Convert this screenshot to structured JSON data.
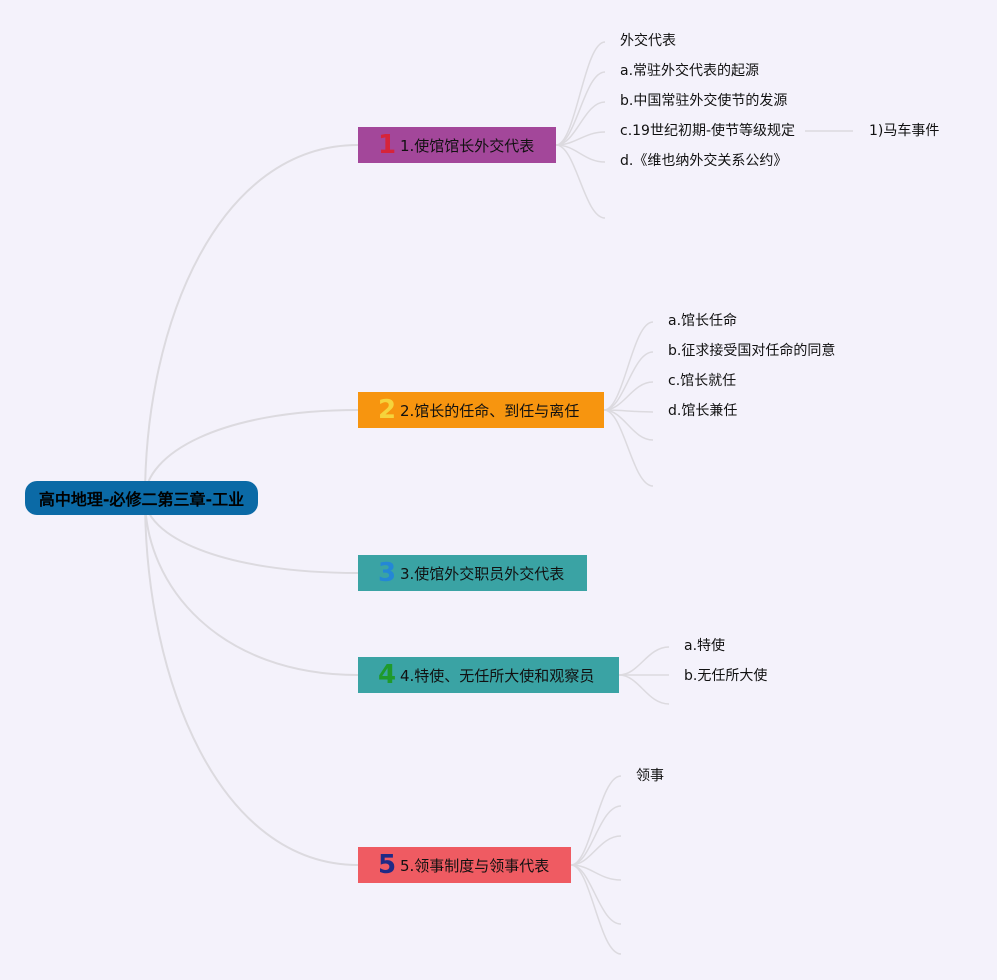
{
  "root": {
    "label": "高中地理-必修二第三章-工业"
  },
  "branches": [
    {
      "label": "1.使馆馆长外交代表",
      "marker": "1",
      "bg": "#a3479a",
      "marker_color": "#d6243a",
      "children": [
        "外交代表",
        "a.常驻外交代表的起源",
        "b.中国常驻外交使节的发源",
        "c.19世纪初期-使节等级规定",
        "d.《维也纳外交关系公约》"
      ],
      "sub": "1)马车事件"
    },
    {
      "label": "2.馆长的任命、到任与离任",
      "marker": "2",
      "bg": "#f7950f",
      "marker_color": "#f5d43c",
      "children": [
        "a.馆长任命",
        "b.征求接受国对任命的同意",
        "c.馆长就任",
        "d.馆长兼任"
      ]
    },
    {
      "label": "3.使馆外交职员外交代表",
      "marker": "3",
      "bg": "#3aa3a4",
      "marker_color": "#2487d6",
      "children": []
    },
    {
      "label": "4.特使、无任所大使和观察员",
      "marker": "4",
      "bg": "#3aa3a4",
      "marker_color": "#1f9a2b",
      "children": [
        "a.特使",
        "b.无任所大使"
      ]
    },
    {
      "label": "5.领事制度与领事代表",
      "marker": "5",
      "bg": "#ef5b62",
      "marker_color": "#1f2a86",
      "children": [
        "领事"
      ]
    }
  ],
  "colors": {
    "background": "#f4f2fb",
    "link": "#dcdadf"
  }
}
